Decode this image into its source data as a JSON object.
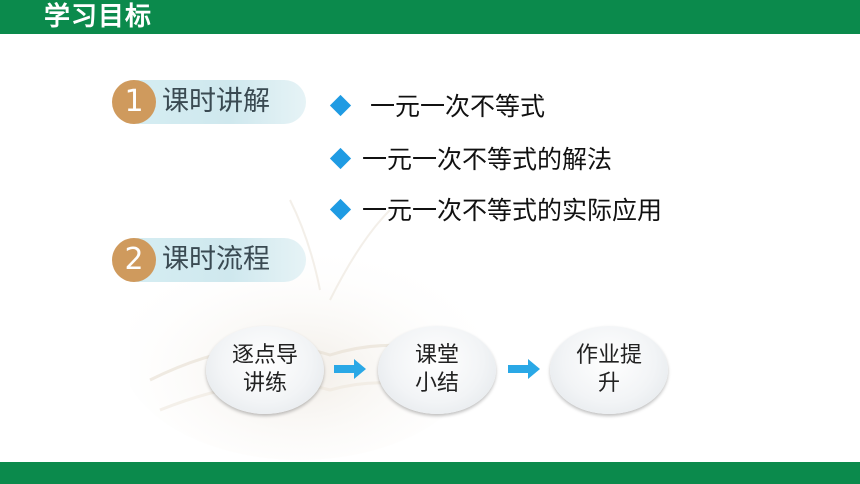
{
  "header": {
    "title": "学习目标"
  },
  "sections": [
    {
      "number": "1",
      "label": "课时讲解"
    },
    {
      "number": "2",
      "label": "课时流程"
    }
  ],
  "objectives": [
    {
      "text": " 一元一次不等式"
    },
    {
      "text": "一元一次不等式的解法"
    },
    {
      "text": "一元一次不等式的实际应用"
    }
  ],
  "flow": [
    {
      "text": "逐点导讲练"
    },
    {
      "text": "课堂小结"
    },
    {
      "text": "作业提升"
    }
  ],
  "colors": {
    "bar": "#0b8a4c",
    "number_circle": "#cf9a5d",
    "pill": "#d6eef3",
    "bullet": "#1f9be3",
    "arrow": "#2aa8e6"
  },
  "icons": {
    "bullet": "diamond-bullet-icon",
    "arrow": "right-arrow-icon"
  }
}
